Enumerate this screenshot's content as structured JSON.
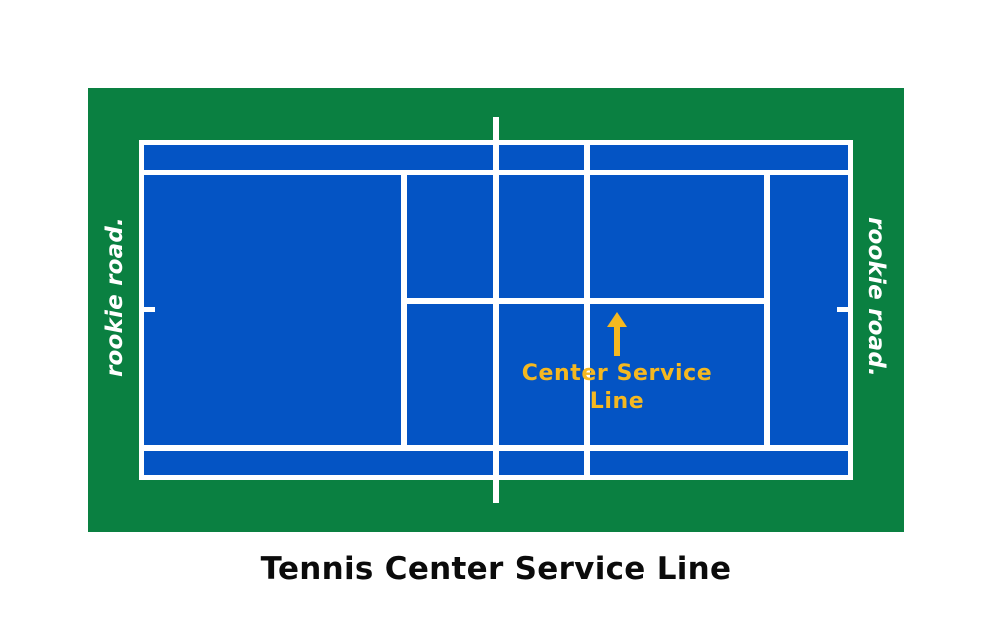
{
  "caption": "Tennis Center Service Line",
  "watermark": {
    "left_text": "rookie road.",
    "right_text": "rookie road."
  },
  "callout": {
    "label": "Center Service\nLine",
    "arrow_icon": "arrow-up-icon",
    "points_to": "center-service-line"
  },
  "colors": {
    "green_surround": "#0a8041",
    "court_blue": "#0454c4",
    "line_white": "#ffffff",
    "accent_gold": "#f5b820",
    "caption_black": "#0b0b0b",
    "page_background": "#ffffff"
  },
  "diagram": {
    "type": "tennis-court-overhead",
    "orientation": "landscape",
    "highlighted_feature": "Center Service Line",
    "features": [
      "baseline-left",
      "baseline-right",
      "doubles-sideline-top",
      "doubles-sideline-bottom",
      "singles-sideline-top",
      "singles-sideline-bottom",
      "service-line-left",
      "service-line-right",
      "center-service-line",
      "net-line",
      "center-mark-left",
      "center-mark-right",
      "doubles-alley-top",
      "doubles-alley-bottom"
    ]
  }
}
